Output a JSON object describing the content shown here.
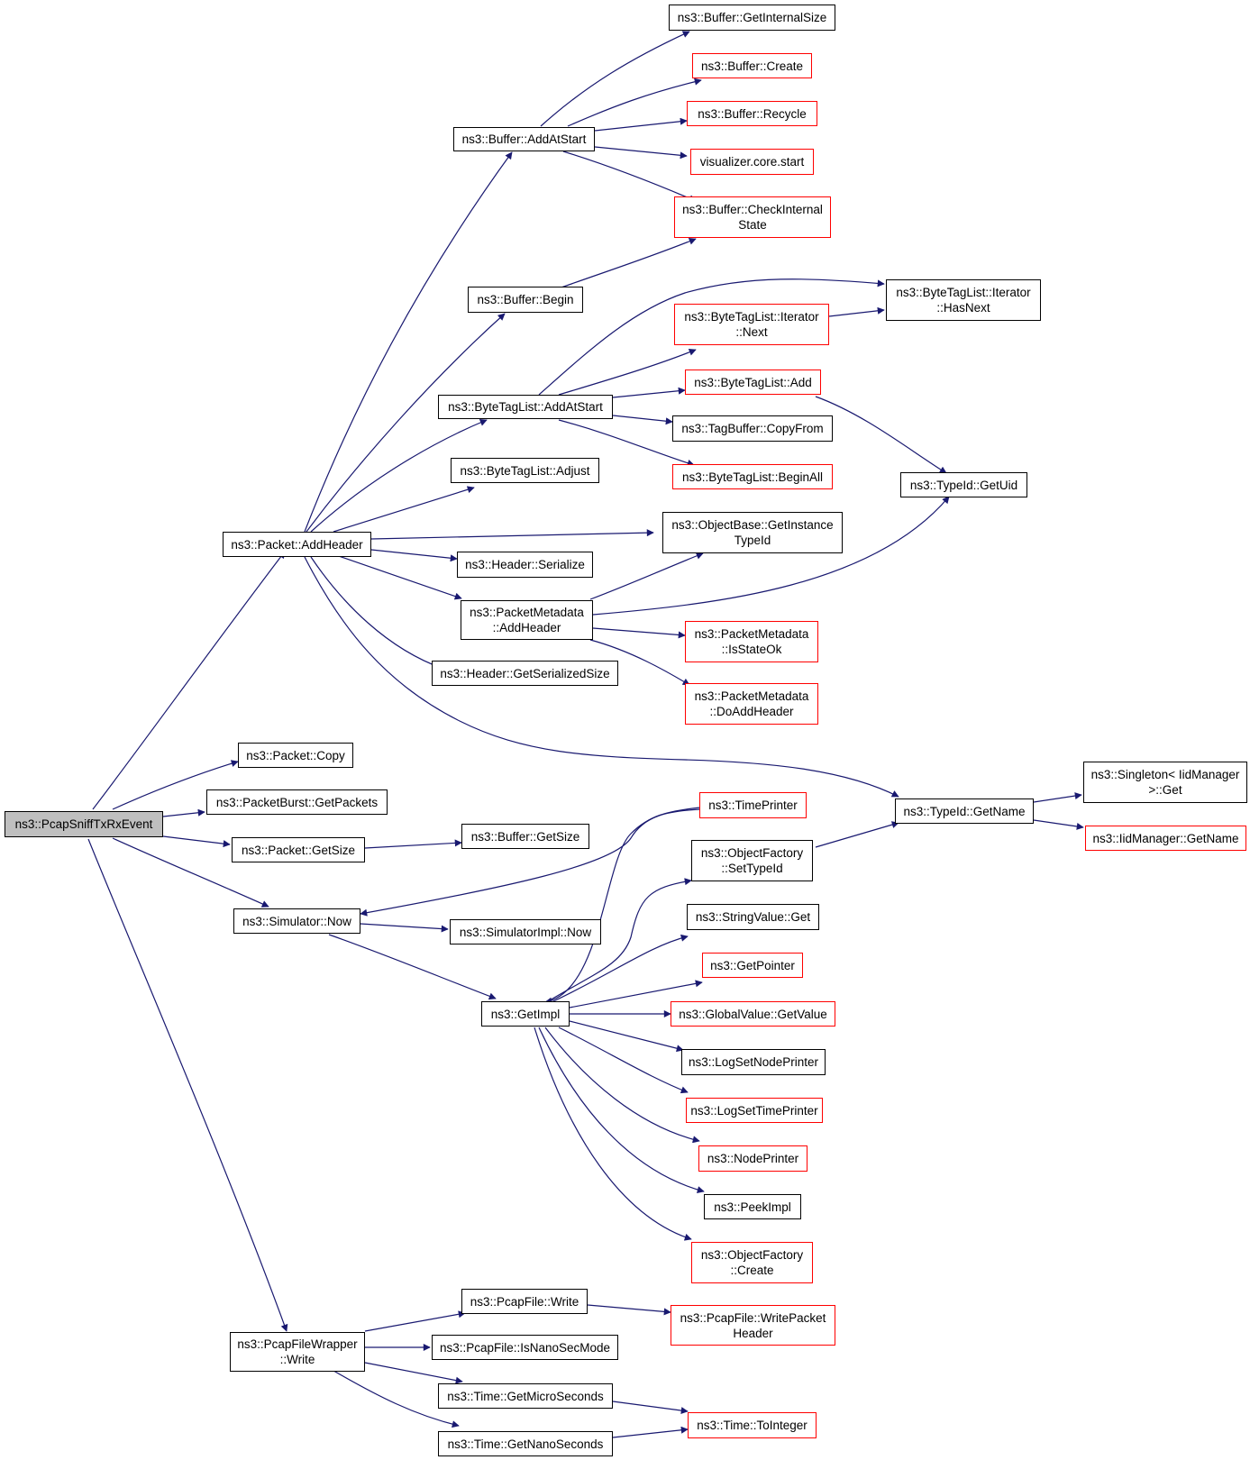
{
  "colors": {
    "edge": "#191970",
    "linked_border": "#000000",
    "undocumented_border": "#ff0000",
    "root_fill": "#bfbfbf"
  },
  "nodes": {
    "root": "ns3::PcapSniffTxRxEvent",
    "packet_addheader": "ns3::Packet::AddHeader",
    "packet_copy": "ns3::Packet::Copy",
    "packetburst_getpackets": "ns3::PacketBurst::GetPackets",
    "packet_getsize": "ns3::Packet::GetSize",
    "simulator_now": "ns3::Simulator::Now",
    "pcapfilewrapper_write": "ns3::PcapFileWrapper\n::Write",
    "buffer_addatstart": "ns3::Buffer::AddAtStart",
    "buffer_begin": "ns3::Buffer::Begin",
    "bytetaglist_addatstart": "ns3::ByteTagList::AddAtStart",
    "bytetaglist_adjust": "ns3::ByteTagList::Adjust",
    "header_serialize": "ns3::Header::Serialize",
    "packetmetadata_addheader": "ns3::PacketMetadata\n::AddHeader",
    "header_getserializedsize": "ns3::Header::GetSerializedSize",
    "buffer_getsize": "ns3::Buffer::GetSize",
    "simulatorimpl_now": "ns3::SimulatorImpl::Now",
    "getimpl": "ns3::GetImpl",
    "pcapfile_write": "ns3::PcapFile::Write",
    "pcapfile_isnanosecmode": "ns3::PcapFile::IsNanoSecMode",
    "time_getmicroseconds": "ns3::Time::GetMicroSeconds",
    "time_getnanoseconds": "ns3::Time::GetNanoSeconds",
    "buffer_getinternalsize": "ns3::Buffer::GetInternalSize",
    "buffer_create": "ns3::Buffer::Create",
    "buffer_recycle": "ns3::Buffer::Recycle",
    "visualizer_core_start": "visualizer.core.start",
    "buffer_checkinternalstate": "ns3::Buffer::CheckInternal\nState",
    "bytetaglist_iterator_next": "ns3::ByteTagList::Iterator\n::Next",
    "bytetaglist_add": "ns3::ByteTagList::Add",
    "tagbuffer_copyfrom": "ns3::TagBuffer::CopyFrom",
    "bytetaglist_beginall": "ns3::ByteTagList::BeginAll",
    "objectbase_getinstancetypeid": "ns3::ObjectBase::GetInstance\nTypeId",
    "packetmetadata_isstateok": "ns3::PacketMetadata\n::IsStateOk",
    "packetmetadata_doaddheader": "ns3::PacketMetadata\n::DoAddHeader",
    "timeprinter": "ns3::TimePrinter",
    "objectfactory_settypeid": "ns3::ObjectFactory\n::SetTypeId",
    "stringvalue_get": "ns3::StringValue::Get",
    "getpointer": "ns3::GetPointer",
    "globalvalue_getvalue": "ns3::GlobalValue::GetValue",
    "logsetnodeprinter": "ns3::LogSetNodePrinter",
    "logsettimeprinter": "ns3::LogSetTimePrinter",
    "nodeprinter": "ns3::NodePrinter",
    "peekimpl": "ns3::PeekImpl",
    "objectfactory_create": "ns3::ObjectFactory\n::Create",
    "pcapfile_writepacketheader": "ns3::PcapFile::WritePacket\nHeader",
    "time_tointeger": "ns3::Time::ToInteger",
    "bytetaglist_iterator_hasnext": "ns3::ByteTagList::Iterator\n::HasNext",
    "typeid_getuid": "ns3::TypeId::GetUid",
    "typeid_getname": "ns3::TypeId::GetName",
    "singleton_iidmanager_get": "ns3::Singleton< IidManager\n >::Get",
    "iidmanager_getname": "ns3::IidManager::GetName"
  }
}
